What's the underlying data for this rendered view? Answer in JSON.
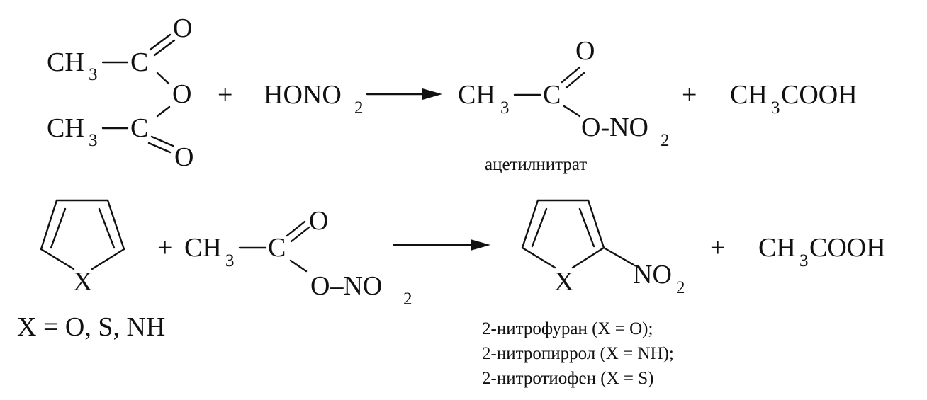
{
  "reaction1": {
    "anhydride": {
      "top_ch": "CH",
      "top_ch_sub": "3",
      "top_c": "C",
      "top_o": "O",
      "bridge_o": "O",
      "bottom_ch": "CH",
      "bottom_ch_sub": "3",
      "bottom_c": "C",
      "bottom_o": "O"
    },
    "plus1": "+",
    "nitric_acid": {
      "main": "HONO",
      "sub": "2"
    },
    "product": {
      "ch": "CH",
      "ch_sub": "3",
      "c": "C",
      "carbonyl_o": "O",
      "ono_main": "O-NO",
      "ono_sub": "2",
      "name": "ацетилнитрат"
    },
    "plus2": "+",
    "acetic_acid": {
      "pre": "CH",
      "sub": "3",
      "post": "COOH"
    }
  },
  "reaction2": {
    "heterocycle": {
      "hetero_atom": "X",
      "condition": "X = O, S, NH"
    },
    "plus1": "+",
    "reagent": {
      "ch": "CH",
      "ch_sub": "3",
      "c": "C",
      "carbonyl_o": "O",
      "ono_main": "O–NO",
      "ono_sub": "2"
    },
    "product": {
      "hetero_atom": "X",
      "nitro_main": "NO",
      "nitro_sub": "2",
      "names": [
        "2-нитрофуран (X = O);",
        "2-нитропиррол (X = NH);",
        "2-нитротиофен (X = S)"
      ]
    },
    "plus2": "+",
    "acetic_acid": {
      "pre": "CH",
      "sub": "3",
      "post": "COOH"
    }
  }
}
